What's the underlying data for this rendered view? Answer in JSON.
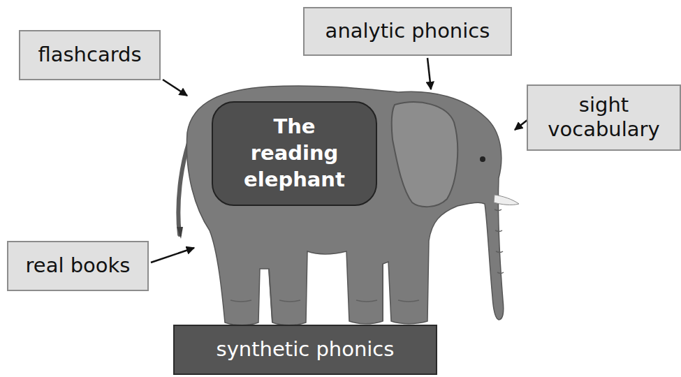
{
  "diagram": {
    "nodes": [
      {
        "text": [
          "flashcards"
        ]
      },
      {
        "text": [
          "analytic phonics"
        ]
      },
      {
        "text": [
          "sight vocabulary"
        ]
      },
      {
        "text": [
          "The reading elephant"
        ]
      },
      {
        "text": [
          "real books"
        ]
      },
      {
        "text": [
          "synthetic phonics"
        ]
      }
    ]
  }
}
